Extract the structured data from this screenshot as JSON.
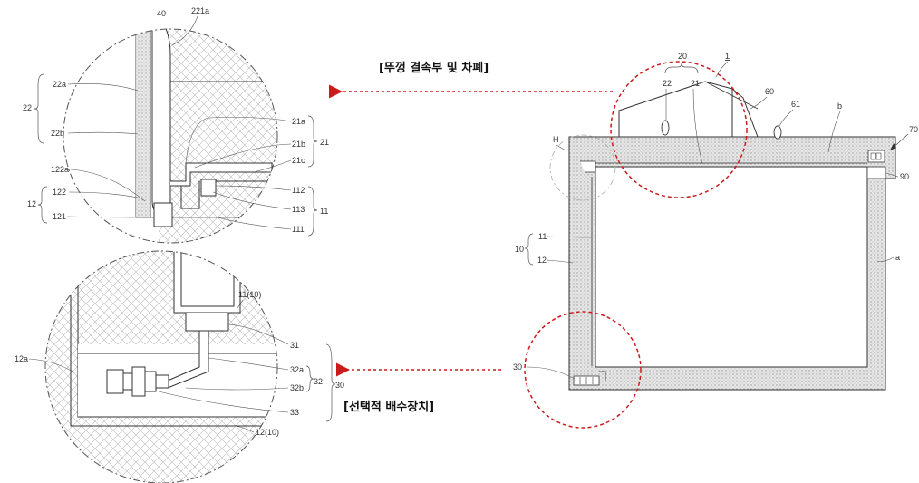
{
  "captions": {
    "lid": "[뚜껑 결속부 및 차폐]",
    "drain": "[선택적 배수장치]"
  },
  "colors": {
    "callout_red": "#cc1b1b",
    "line": "#333333"
  },
  "labels": {
    "l40": "40",
    "l221a": "221a",
    "l22a": "22a",
    "l22": "22",
    "l22b": "22b",
    "l21a": "21a",
    "l21b": "21b",
    "l21c": "21c",
    "l21": "21",
    "l122a": "122a",
    "l122": "122",
    "l12top": "12",
    "l121": "121",
    "l112": "112",
    "l113": "113",
    "l11top": "11",
    "l111": "111",
    "l1110": "11(10)",
    "l12a": "12a",
    "l31": "31",
    "l32a": "32a",
    "l32": "32",
    "l32b": "32b",
    "l30": "30",
    "l33": "33",
    "l1210": "12(10)",
    "m20": "20",
    "m1": "1",
    "m22": "22",
    "m21": "21",
    "m60": "60",
    "m61": "61",
    "mb": "b",
    "mH": "H",
    "m70": "70",
    "m90": "90",
    "m11": "11",
    "m10": "10",
    "m12": "12",
    "ma": "a",
    "m30": "30"
  }
}
